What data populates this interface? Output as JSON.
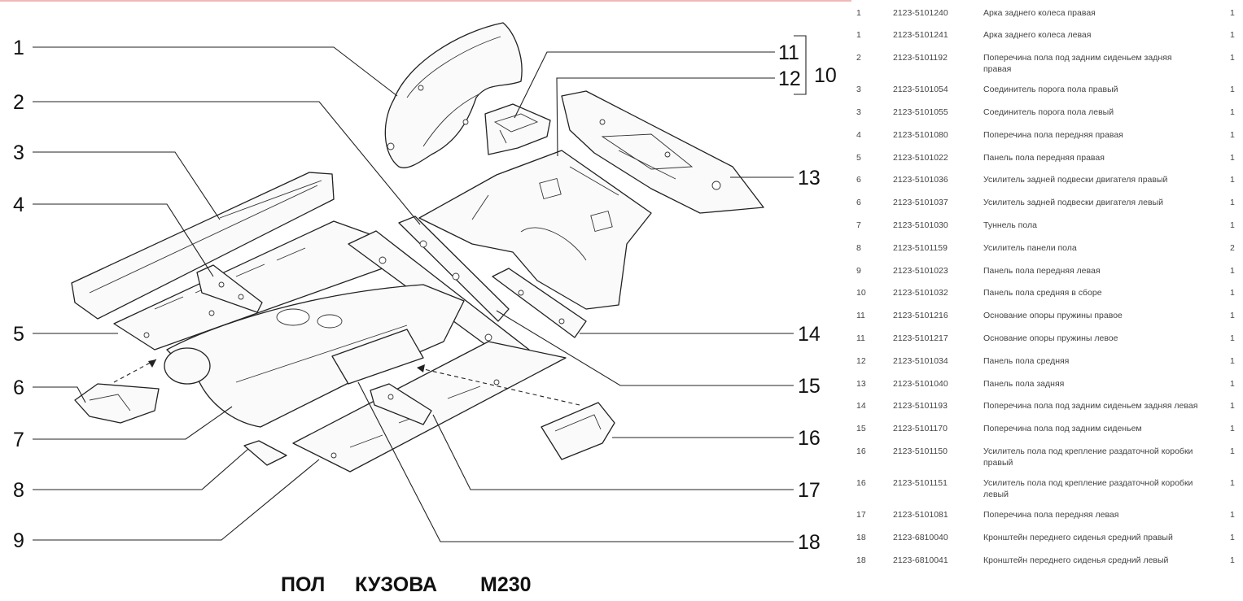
{
  "diagram": {
    "title": {
      "part1": "ПОЛ",
      "part2": "КУЗОВА",
      "code": "M230"
    },
    "callouts": [
      "1",
      "2",
      "3",
      "4",
      "5",
      "6",
      "7",
      "8",
      "9",
      "10",
      "11",
      "12",
      "13",
      "14",
      "15",
      "16",
      "17",
      "18"
    ]
  },
  "parts": [
    {
      "pos": "1",
      "number": "2123-5101240",
      "name": "Арка заднего колеса правая",
      "qty": "1"
    },
    {
      "pos": "1",
      "number": "2123-5101241",
      "name": "Арка заднего колеса левая",
      "qty": "1"
    },
    {
      "pos": "2",
      "number": "2123-5101192",
      "name": "Поперечина пола под задним сиденьем задняя",
      "name2": "правая",
      "qty": "1"
    },
    {
      "pos": "3",
      "number": "2123-5101054",
      "name": "Соединитель порога пола правый",
      "qty": "1"
    },
    {
      "pos": "3",
      "number": "2123-5101055",
      "name": "Соединитель порога пола левый",
      "qty": "1"
    },
    {
      "pos": "4",
      "number": "2123-5101080",
      "name": "Поперечина пола передняя правая",
      "qty": "1"
    },
    {
      "pos": "5",
      "number": "2123-5101022",
      "name": "Панель пола передняя правая",
      "qty": "1"
    },
    {
      "pos": "6",
      "number": "2123-5101036",
      "name": "Усилитель задней подвески двигателя правый",
      "qty": "1"
    },
    {
      "pos": "6",
      "number": "2123-5101037",
      "name": "Усилитель задней подвески двигателя левый",
      "qty": "1"
    },
    {
      "pos": "7",
      "number": "2123-5101030",
      "name": "Туннель пола",
      "qty": "1"
    },
    {
      "pos": "8",
      "number": "2123-5101159",
      "name": "Усилитель панели пола",
      "qty": "2"
    },
    {
      "pos": "9",
      "number": "2123-5101023",
      "name": "Панель пола передняя левая",
      "qty": "1"
    },
    {
      "pos": "10",
      "number": "2123-5101032",
      "name": "Панель пола средняя в сборе",
      "qty": "1"
    },
    {
      "pos": "11",
      "number": "2123-5101216",
      "name": "Основание опоры пружины правое",
      "qty": "1"
    },
    {
      "pos": "11",
      "number": "2123-5101217",
      "name": "Основание опоры пружины левое",
      "qty": "1"
    },
    {
      "pos": "12",
      "number": "2123-5101034",
      "name": "Панель пола средняя",
      "qty": "1"
    },
    {
      "pos": "13",
      "number": "2123-5101040",
      "name": "Панель пола задняя",
      "qty": "1"
    },
    {
      "pos": "14",
      "number": "2123-5101193",
      "name": "Поперечина пола под задним сиденьем задняя левая",
      "qty": "1"
    },
    {
      "pos": "15",
      "number": "2123-5101170",
      "name": "Поперечина пола под задним сиденьем",
      "qty": "1"
    },
    {
      "pos": "16",
      "number": "2123-5101150",
      "name": "Усилитель пола под крепление раздаточной коробки",
      "name2": "правый",
      "qty": "1"
    },
    {
      "pos": "16",
      "number": "2123-5101151",
      "name": "Усилитель пола под крепление раздаточной коробки",
      "name2": "левый",
      "qty": "1"
    },
    {
      "pos": "17",
      "number": "2123-5101081",
      "name": "Поперечина пола передняя левая",
      "qty": "1"
    },
    {
      "pos": "18",
      "number": "2123-6810040",
      "name": "Кронштейн переднего сиденья средний правый",
      "qty": "1"
    },
    {
      "pos": "18",
      "number": "2123-6810041",
      "name": "Кронштейн переднего сиденья средний левый",
      "qty": "1"
    }
  ]
}
